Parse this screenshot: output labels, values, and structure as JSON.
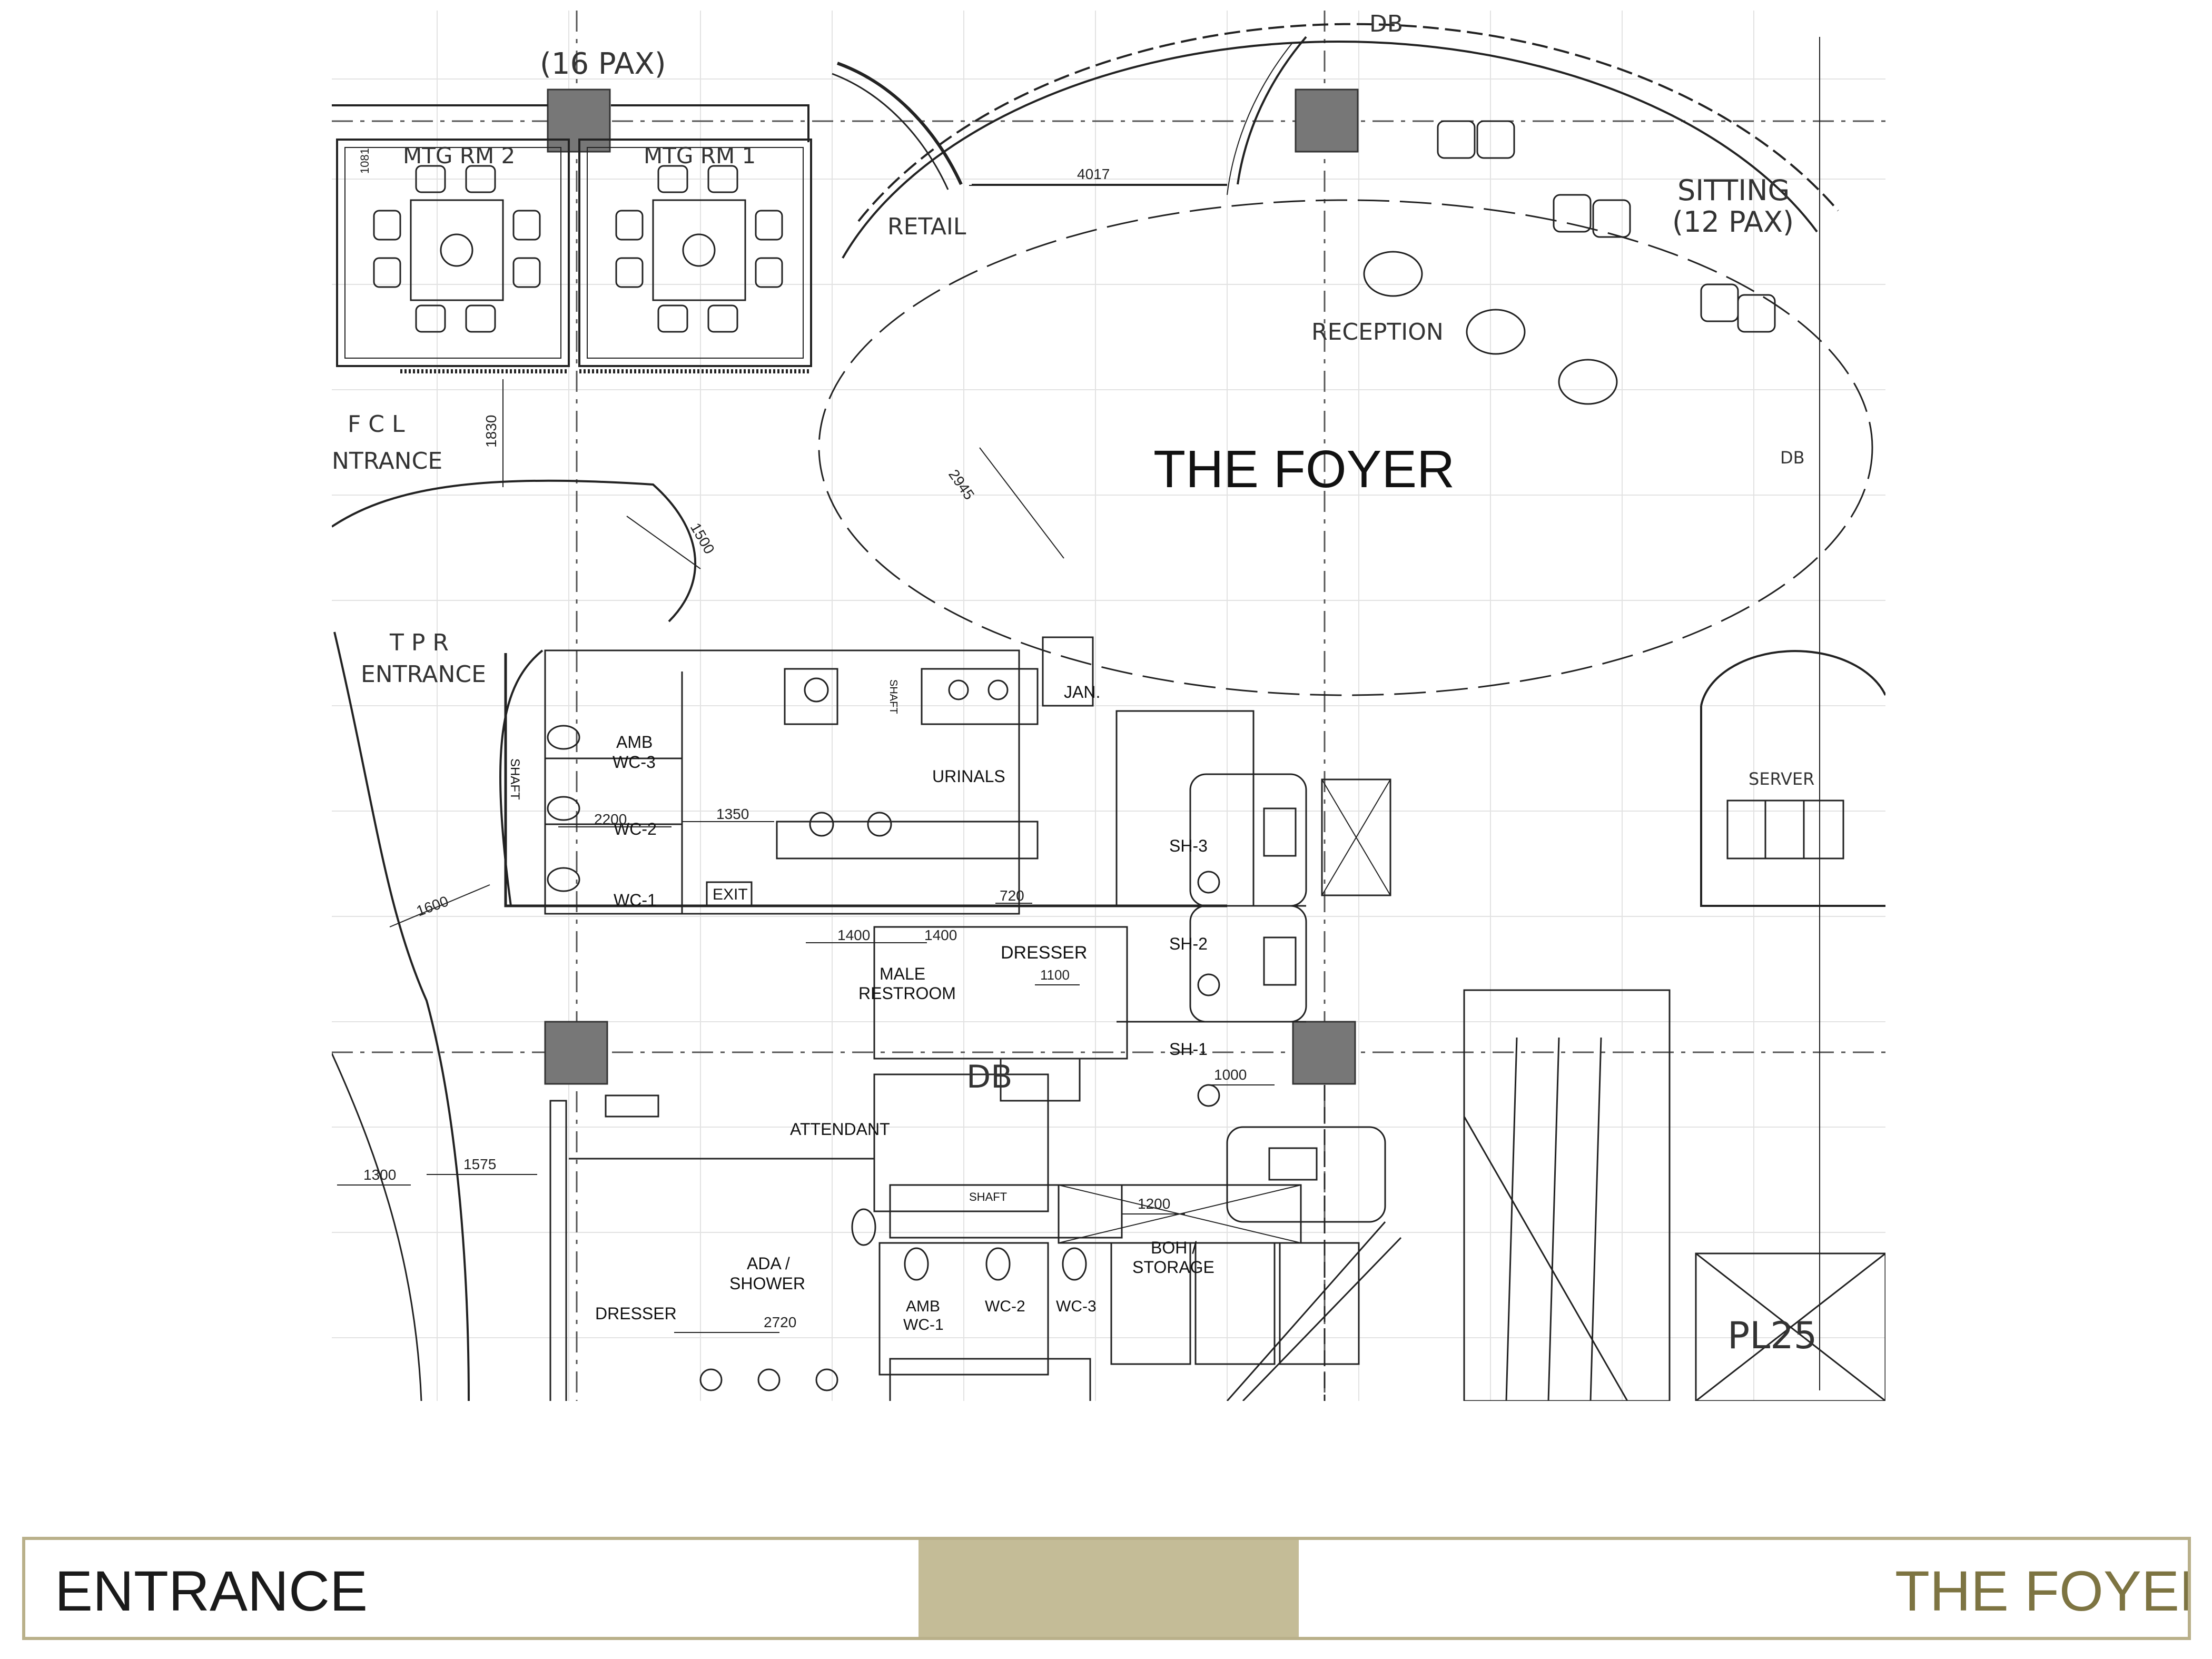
{
  "plan": {
    "main_title": "THE FOYER",
    "rooms": {
      "mtg_pax": "(16 PAX)",
      "mtg_rm_2": "MTG RM 2",
      "mtg_rm_1": "MTG RM 1",
      "db_top": "DB",
      "sitting": "SITTING",
      "sitting_pax": "(12 PAX)",
      "retail": "RETAIL",
      "reception": "RECEPTION",
      "db_right": "DB",
      "server": "SERVER",
      "fcl_1": "F C L",
      "fcl_2": "NTRANCE",
      "tpr_1": "T P R",
      "tpr_2": "ENTRANCE",
      "amb_wc3_a": "AMB",
      "amb_wc3_b": "WC-3",
      "wc2": "WC-2",
      "wc1": "WC-1",
      "shaft_v": "SHAFT",
      "shaft_small": "SHAFT",
      "jan": "JAN.",
      "urinals": "URINALS",
      "exit": "EXIT",
      "sh3": "SH-3",
      "sh2": "SH-2",
      "sh1": "SH-1",
      "dresser_top": "DRESSER",
      "male_1": "MALE",
      "male_2": "RESTROOM",
      "db_mid": "DB",
      "attendant": "ATTENDANT",
      "shaft_bottom": "SHAFT",
      "ada_1": "ADA /",
      "ada_2": "SHOWER",
      "dresser_bottom": "DRESSER",
      "amb_wc1_a": "AMB",
      "amb_wc1_b": "WC-1",
      "wc2_b": "WC-2",
      "wc3_b": "WC-3",
      "boh_1": "BOH /",
      "boh_2": "STORAGE",
      "pl25": "PL25"
    },
    "dimensions": {
      "d4017": "4017",
      "d1830": "1830",
      "d2945": "2945",
      "d1500": "1500",
      "d1600": "1600",
      "d2200": "2200",
      "d1350": "1350",
      "d720": "720",
      "d1400a": "1400",
      "d1400b": "1400",
      "d1100": "1100",
      "d1000": "1000",
      "d1300": "1300",
      "d1575": "1575",
      "d1200": "1200",
      "d2720": "2720",
      "d1081": "1081"
    }
  },
  "footer": {
    "left_label": "ENTRANCE",
    "right_label": "THE FOYER",
    "left_color": "#1a1a1a",
    "right_color": "#7d7442",
    "band_color": "#c4bc97",
    "border_color": "#b9b08a"
  }
}
